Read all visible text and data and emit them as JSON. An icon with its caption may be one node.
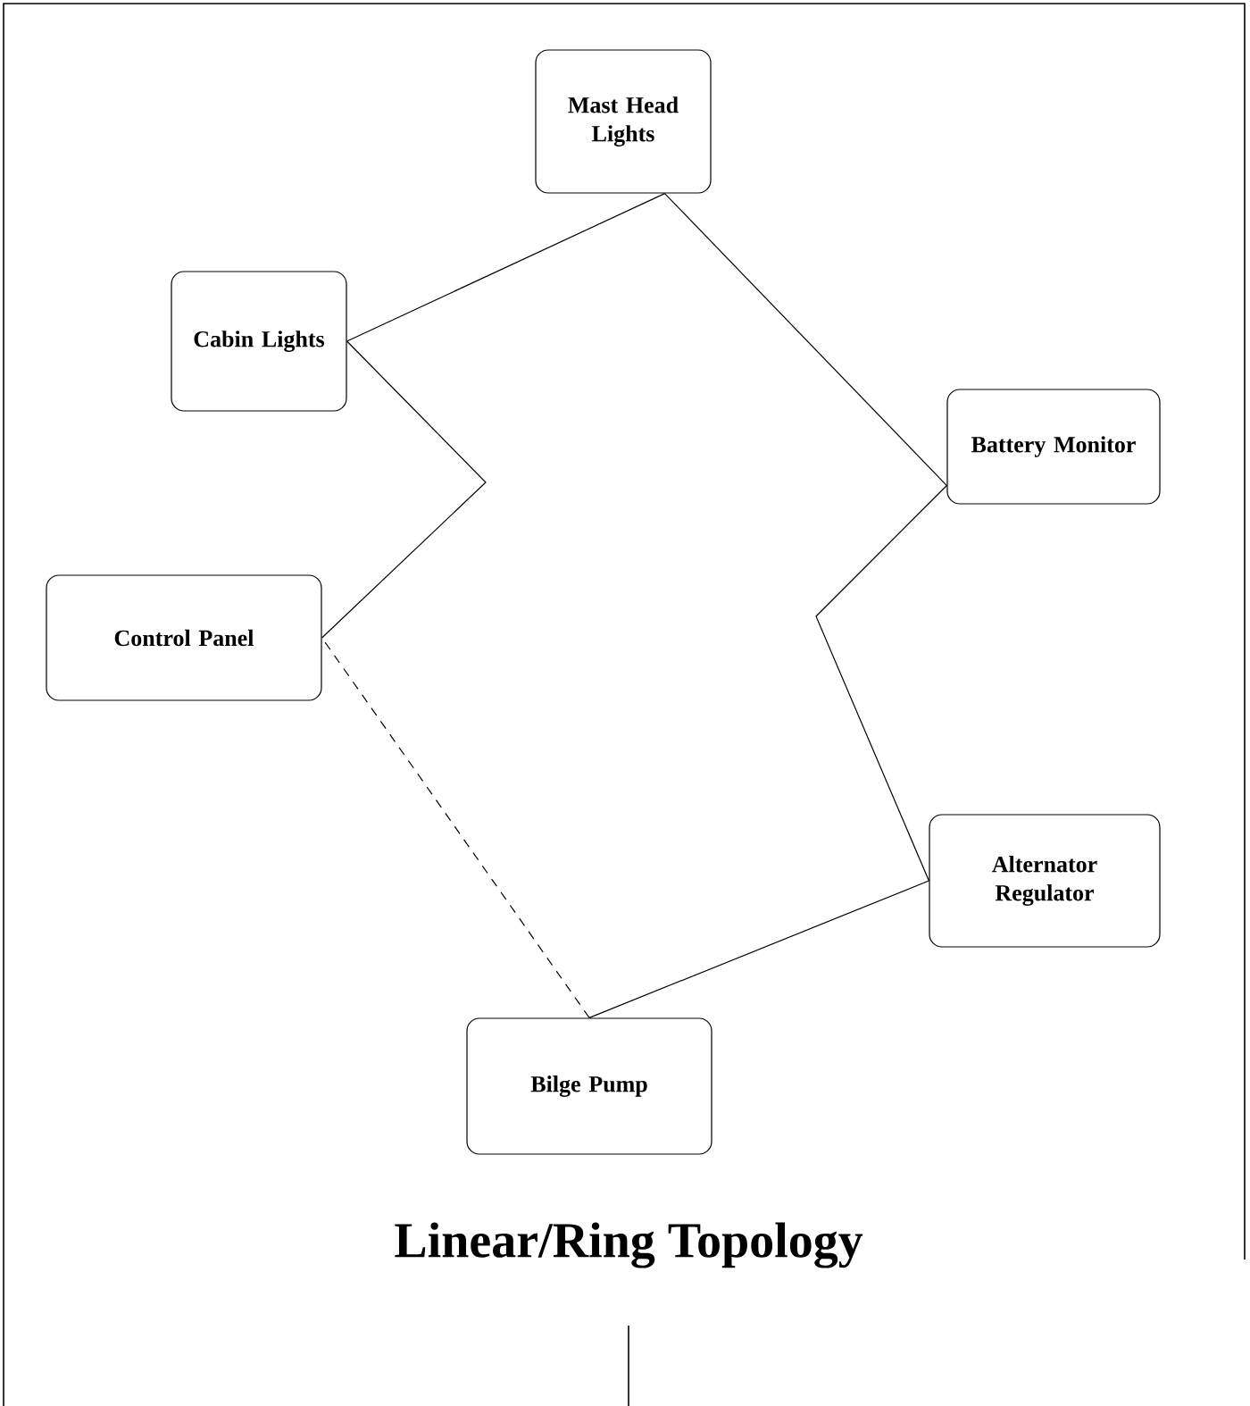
{
  "diagram": {
    "title": "Linear/Ring Topology",
    "nodes": [
      {
        "text": [
          "Mast Head Lights"
        ]
      },
      {
        "text": [
          "Cabin Lights"
        ]
      },
      {
        "text": [
          "Battery Monitor"
        ]
      },
      {
        "text": [
          "Control Panel"
        ]
      },
      {
        "text": [
          "Alternator Regulator"
        ]
      },
      {
        "text": [
          "Bilge Pump"
        ]
      }
    ],
    "edges": [
      {
        "from": 1,
        "to": 0,
        "arrow": "none"
      },
      {
        "from": 0,
        "to": 2,
        "arrow": "none"
      },
      {
        "from": 2,
        "to": 4,
        "arrow": "none"
      },
      {
        "from": 4,
        "to": 5,
        "arrow": "none"
      },
      {
        "from": 5,
        "to": 3,
        "arrow": "none",
        "style": "dashed"
      },
      {
        "from": 3,
        "to": 1,
        "arrow": "none"
      }
    ]
  }
}
